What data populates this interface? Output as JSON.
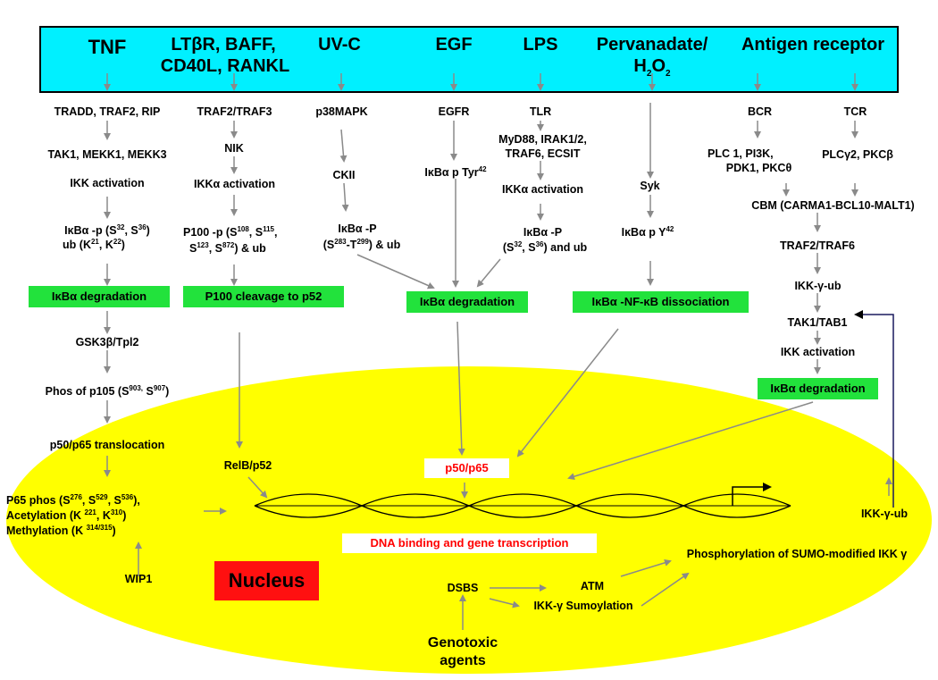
{
  "header": {
    "tnf": "TNF",
    "ltbr": "LTβR, BAFF,",
    "ltbr2": "CD40L,  RANKL",
    "uvc": "UV-C",
    "egf": "EGF",
    "lps": "LPS",
    "perv": "Pervanadate/",
    "h2o2_h": "H",
    "h2o2_2a": "2",
    "h2o2_o": "O",
    "h2o2_2b": "2",
    "antigen": "Antigen receptor"
  },
  "col1": {
    "tradd": "TRADD, TRAF2, RIP",
    "tak1": "TAK1, MEKK1, MEKK3",
    "ikk": "IKK activation",
    "ikba_p": "IκBα -p (S",
    "s32": "32",
    "comma1": ", S",
    "s36": "36",
    "close1": ")",
    "ub": "ub (K",
    "k21": "21",
    "commak": ", K",
    "k22": "22",
    "close2": ")",
    "deg": "IκBα degradation",
    "gsk": "GSK3β/Tpl2",
    "phos": "Phos of p105 (S",
    "s903": "903,",
    "s_sp": " S",
    "s907": "907",
    "close3": ")",
    "transloc": "p50/p65 translocation",
    "p65phos": "P65 phos (S",
    "s276": "276",
    "c_s529": ", S",
    "s529": "529",
    "c_s536": ", S",
    "s536": "536",
    "close4": "),",
    "acet": "Acetylation (K ",
    "k221": "221",
    "c_k310": ", K",
    "k310": "310",
    "close5": ")",
    "meth": "Methylation (K ",
    "k314": "314/315",
    "close6": ")",
    "wip1": "WIP1"
  },
  "col2": {
    "traf": "TRAF2/TRAF3",
    "nik": "NIK",
    "ikka": "IKKα activation",
    "p100p": "P100 -p (S",
    "s108": "108",
    "c_s115": ", S",
    "s115": "115",
    "comma": ",",
    "s_pre": "S",
    "s123": "123",
    "c_s872": ", S",
    "s872": "872",
    "close": ") & ub",
    "cleave": "P100 cleavage  to p52",
    "relb": "RelB/p52"
  },
  "col3": {
    "p38": "p38MAPK",
    "ckii": "CKII",
    "ikbp": "IκBα -P",
    "open": "(S",
    "s283": "283",
    "dash": "-T",
    "t299": "299",
    "close": ") & ub"
  },
  "col4": {
    "egfr": "EGFR",
    "tyr": "IκBα p Tyr",
    "y42": "42",
    "deg": "IκBα degradation",
    "p50p65": "p50/p65"
  },
  "col5": {
    "tlr": "TLR",
    "myd": "MyD88, IRAK1/2,",
    "traf6": "TRAF6, ECSIT",
    "ikka": "IKKα activation",
    "ikbp": "IκBα -P",
    "open": "(S",
    "s32": "32",
    "comma": ", S",
    "s36": "36",
    "close": ") and ub"
  },
  "col6": {
    "syk": "Syk",
    "ikby": "IκBα p Y",
    "y42": "42",
    "dissoc": "IκBα -NF-κB dissociation"
  },
  "col7": {
    "bcr": "BCR",
    "tcr": "TCR",
    "plc1": "PLC   1, PI3K,",
    "pdk1": "PDK1, PKCθ",
    "plcg": "PLCγ2, PKCβ",
    "cbm": "CBM (CARMA1-BCL10-MALT1)",
    "traf": "TRAF2/TRAF6",
    "ikkg": "IKK-γ-ub",
    "tak1": "TAK1/TAB1",
    "ikk": "IKK activation",
    "deg": "IκBα degradation"
  },
  "nucleus": {
    "label": "Nucleus",
    "dna": "DNA binding and gene transcription",
    "sumo": "Phosphorylation of SUMO-modified IKK γ",
    "ikkg": "IKK-γ-ub",
    "atm": "ATM",
    "dsbs": "DSBS",
    "sumoyl": "IKK-γ Sumoylation",
    "geno1": "Genotoxic",
    "geno2": "agents"
  },
  "colors": {
    "header_bg": "#00f0ff",
    "nucleus": "#ffff00",
    "green": "#22e23c",
    "red": "#ff0000",
    "arrow": "#999999"
  }
}
